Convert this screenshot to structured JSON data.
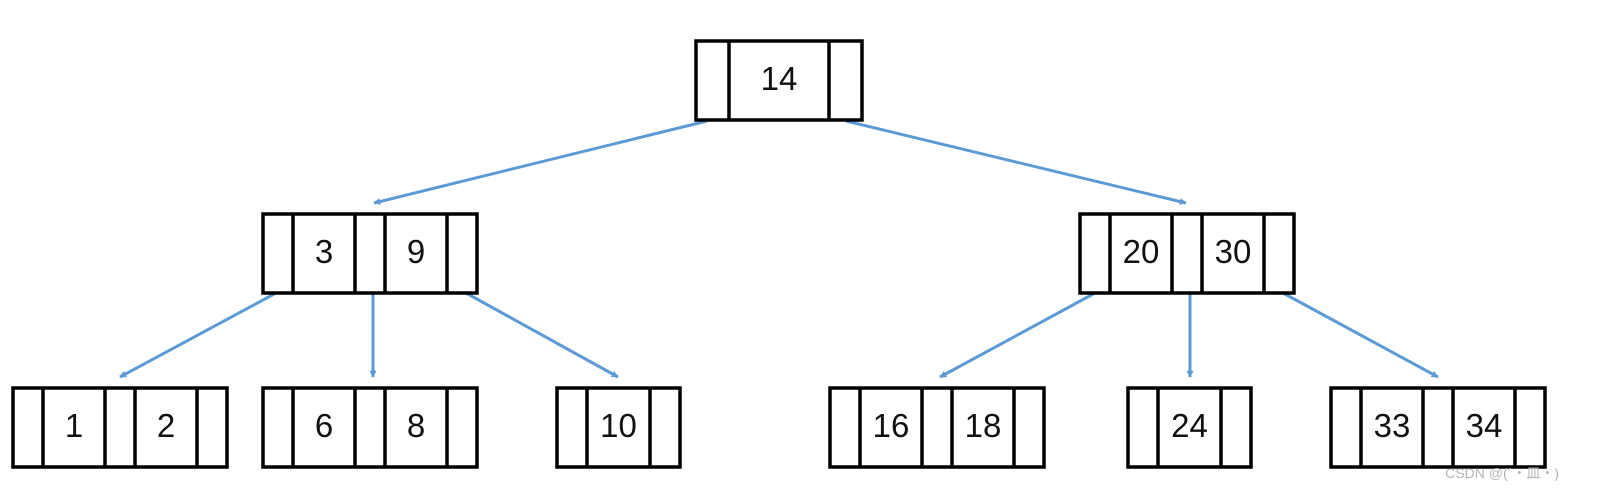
{
  "diagram": {
    "type": "b-tree",
    "colors": {
      "node_border": "#000000",
      "arrow": "#5b9bd5",
      "text": "#111111"
    },
    "nodes": [
      {
        "id": "root",
        "keys": [
          "14"
        ]
      },
      {
        "id": "left",
        "keys": [
          "3",
          "9"
        ]
      },
      {
        "id": "right",
        "keys": [
          "20",
          "30"
        ]
      },
      {
        "id": "leaf-1-2",
        "keys": [
          "1",
          "2"
        ]
      },
      {
        "id": "leaf-6-8",
        "keys": [
          "6",
          "8"
        ]
      },
      {
        "id": "leaf-10",
        "keys": [
          "10"
        ]
      },
      {
        "id": "leaf-16-18",
        "keys": [
          "16",
          "18"
        ]
      },
      {
        "id": "leaf-24",
        "keys": [
          "24"
        ]
      },
      {
        "id": "leaf-33-34",
        "keys": [
          "33",
          "34"
        ]
      }
    ],
    "edges": [
      {
        "from": "root",
        "pointer": 0,
        "to": "left"
      },
      {
        "from": "root",
        "pointer": 1,
        "to": "right"
      },
      {
        "from": "left",
        "pointer": 0,
        "to": "leaf-1-2"
      },
      {
        "from": "left",
        "pointer": 1,
        "to": "leaf-6-8"
      },
      {
        "from": "left",
        "pointer": 2,
        "to": "leaf-10"
      },
      {
        "from": "right",
        "pointer": 0,
        "to": "leaf-16-18"
      },
      {
        "from": "right",
        "pointer": 1,
        "to": "leaf-24"
      },
      {
        "from": "right",
        "pointer": 2,
        "to": "leaf-33-34"
      }
    ]
  },
  "watermark": "CSDN @(´・皿・)"
}
